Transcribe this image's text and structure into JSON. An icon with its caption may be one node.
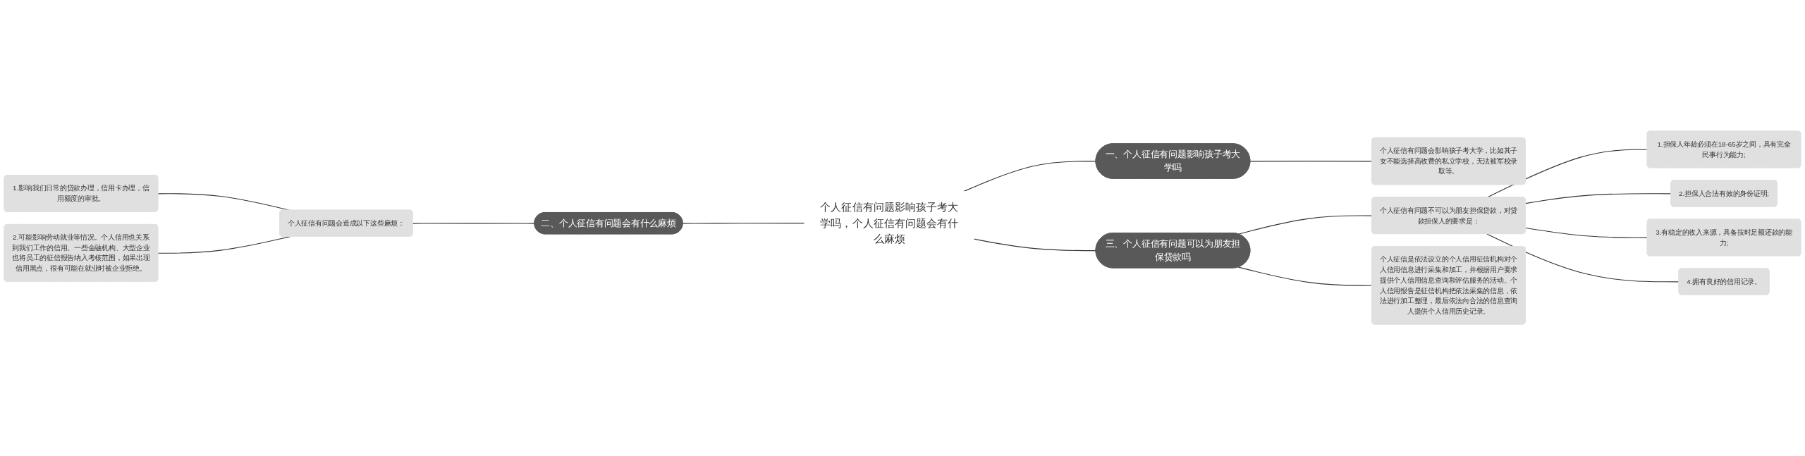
{
  "diagram": {
    "nodes": [
      {
        "text": [
          "个人征信有问题影响孩子考大学吗，个人征信有问题会有什么麻烦"
        ]
      },
      {
        "text": [
          "一、个人征信有问题影响孩子考大学吗"
        ]
      },
      {
        "text": [
          "个人征信有问题会影响孩子考大学，比如其子女不能选择高收费的私立学校，无法被军校录取等。"
        ]
      },
      {
        "text": [
          "二、个人征信有问题会有什么麻烦"
        ]
      },
      {
        "text": [
          "个人征信有问题会造成以下这些麻烦："
        ]
      },
      {
        "text": [
          "1.影响我们日常的贷款办理，信用卡办理，信用额度的审批。"
        ]
      },
      {
        "text": [
          "2.可能影响劳动就业等情况。个人信用也关系到我们工作的信用。一些金融机构、大型企业也将员工的征信报告纳入考核范围，如果出现信用黑点，很有可能在就业时被企业拒绝。"
        ]
      },
      {
        "text": [
          "三、个人征信有问题可以为朋友担保贷款吗"
        ]
      },
      {
        "text": [
          "个人征信有问题不可以为朋友担保贷款，对贷款担保人的要求是："
        ]
      },
      {
        "text": [
          "1.担保人年龄必须在18-65岁之间，具有完全民事行为能力;"
        ]
      },
      {
        "text": [
          "2.担保人合法有效的身份证明;"
        ]
      },
      {
        "text": [
          "3.有稳定的收入来源，具备按时足额还款的能力;"
        ]
      },
      {
        "text": [
          "4.拥有良好的信用记录。"
        ]
      },
      {
        "text": [
          "个人征信是依法设立的个人信用征信机构对个人信用信息进行采集和加工，并根据用户要求提供个人信用信息查询和评估服务的活动。个人信用报告是征信机构把依法采集的信息，依法进行加工整理，最后依法向合法的信息查询人提供个人信用历史记录。"
        ]
      }
    ],
    "edges": [
      {
        "from": 0,
        "to": 1,
        "arrow": "none"
      },
      {
        "from": 1,
        "to": 2,
        "arrow": "none"
      },
      {
        "from": 0,
        "to": 3,
        "arrow": "none"
      },
      {
        "from": 3,
        "to": 4,
        "arrow": "none"
      },
      {
        "from": 4,
        "to": 5,
        "arrow": "none"
      },
      {
        "from": 4,
        "to": 6,
        "arrow": "none"
      },
      {
        "from": 0,
        "to": 7,
        "arrow": "none"
      },
      {
        "from": 7,
        "to": 8,
        "arrow": "none"
      },
      {
        "from": 8,
        "to": 9,
        "arrow": "none"
      },
      {
        "from": 8,
        "to": 10,
        "arrow": "none"
      },
      {
        "from": 8,
        "to": 11,
        "arrow": "none"
      },
      {
        "from": 8,
        "to": 12,
        "arrow": "none"
      },
      {
        "from": 7,
        "to": 13,
        "arrow": "none"
      }
    ]
  }
}
